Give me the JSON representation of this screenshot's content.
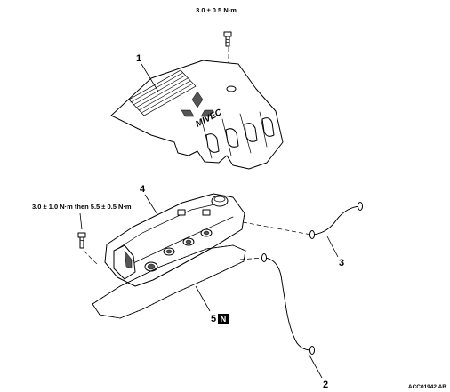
{
  "torque_specs": {
    "engine_cover_bolt": "3.0 ± 0.5 N·m",
    "rocker_cover_bolt": "3.0 ± 1.0 N·m then 5.5 ± 0.5 N·m"
  },
  "callouts": {
    "engine_cover": "1",
    "hose_lower": "2",
    "hose_upper": "3",
    "rocker_cover": "4",
    "gasket": "5",
    "gasket_badge": "N"
  },
  "cover_lettering": "MIVEC",
  "figure_id": "ACC01942 AB"
}
